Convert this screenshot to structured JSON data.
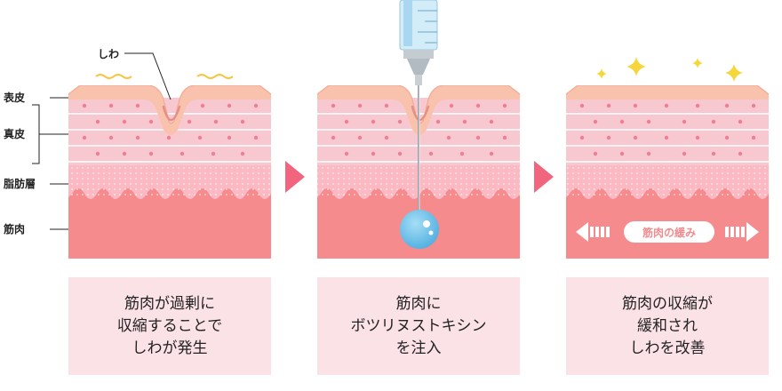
{
  "labels": {
    "hyohi": "表皮",
    "shinpi": "真皮",
    "shibousou": "脂肪層",
    "kinniku": "筋肉",
    "shiwa": "しわ"
  },
  "panels": [
    {
      "caption_lines": [
        "筋肉が過剰に",
        "収縮することで",
        "しわが発生"
      ]
    },
    {
      "caption_lines": [
        "筋肉に",
        "ボツリヌストキシン",
        "を注入"
      ]
    },
    {
      "caption_lines": [
        "筋肉の収縮が",
        "緩和され",
        "しわを改善"
      ]
    }
  ],
  "relaxation_badge": "筋肉の緩み",
  "colors": {
    "epidermis": "#f8c2ad",
    "dermis": "#f8c8d0",
    "fat": "#fbb9c3",
    "muscle": "#f58b8d",
    "arrow": "#f2657e",
    "caption_bg": "#fbe2e7",
    "sparkle": "#f5d63b",
    "botox": "#5ab6e4"
  }
}
